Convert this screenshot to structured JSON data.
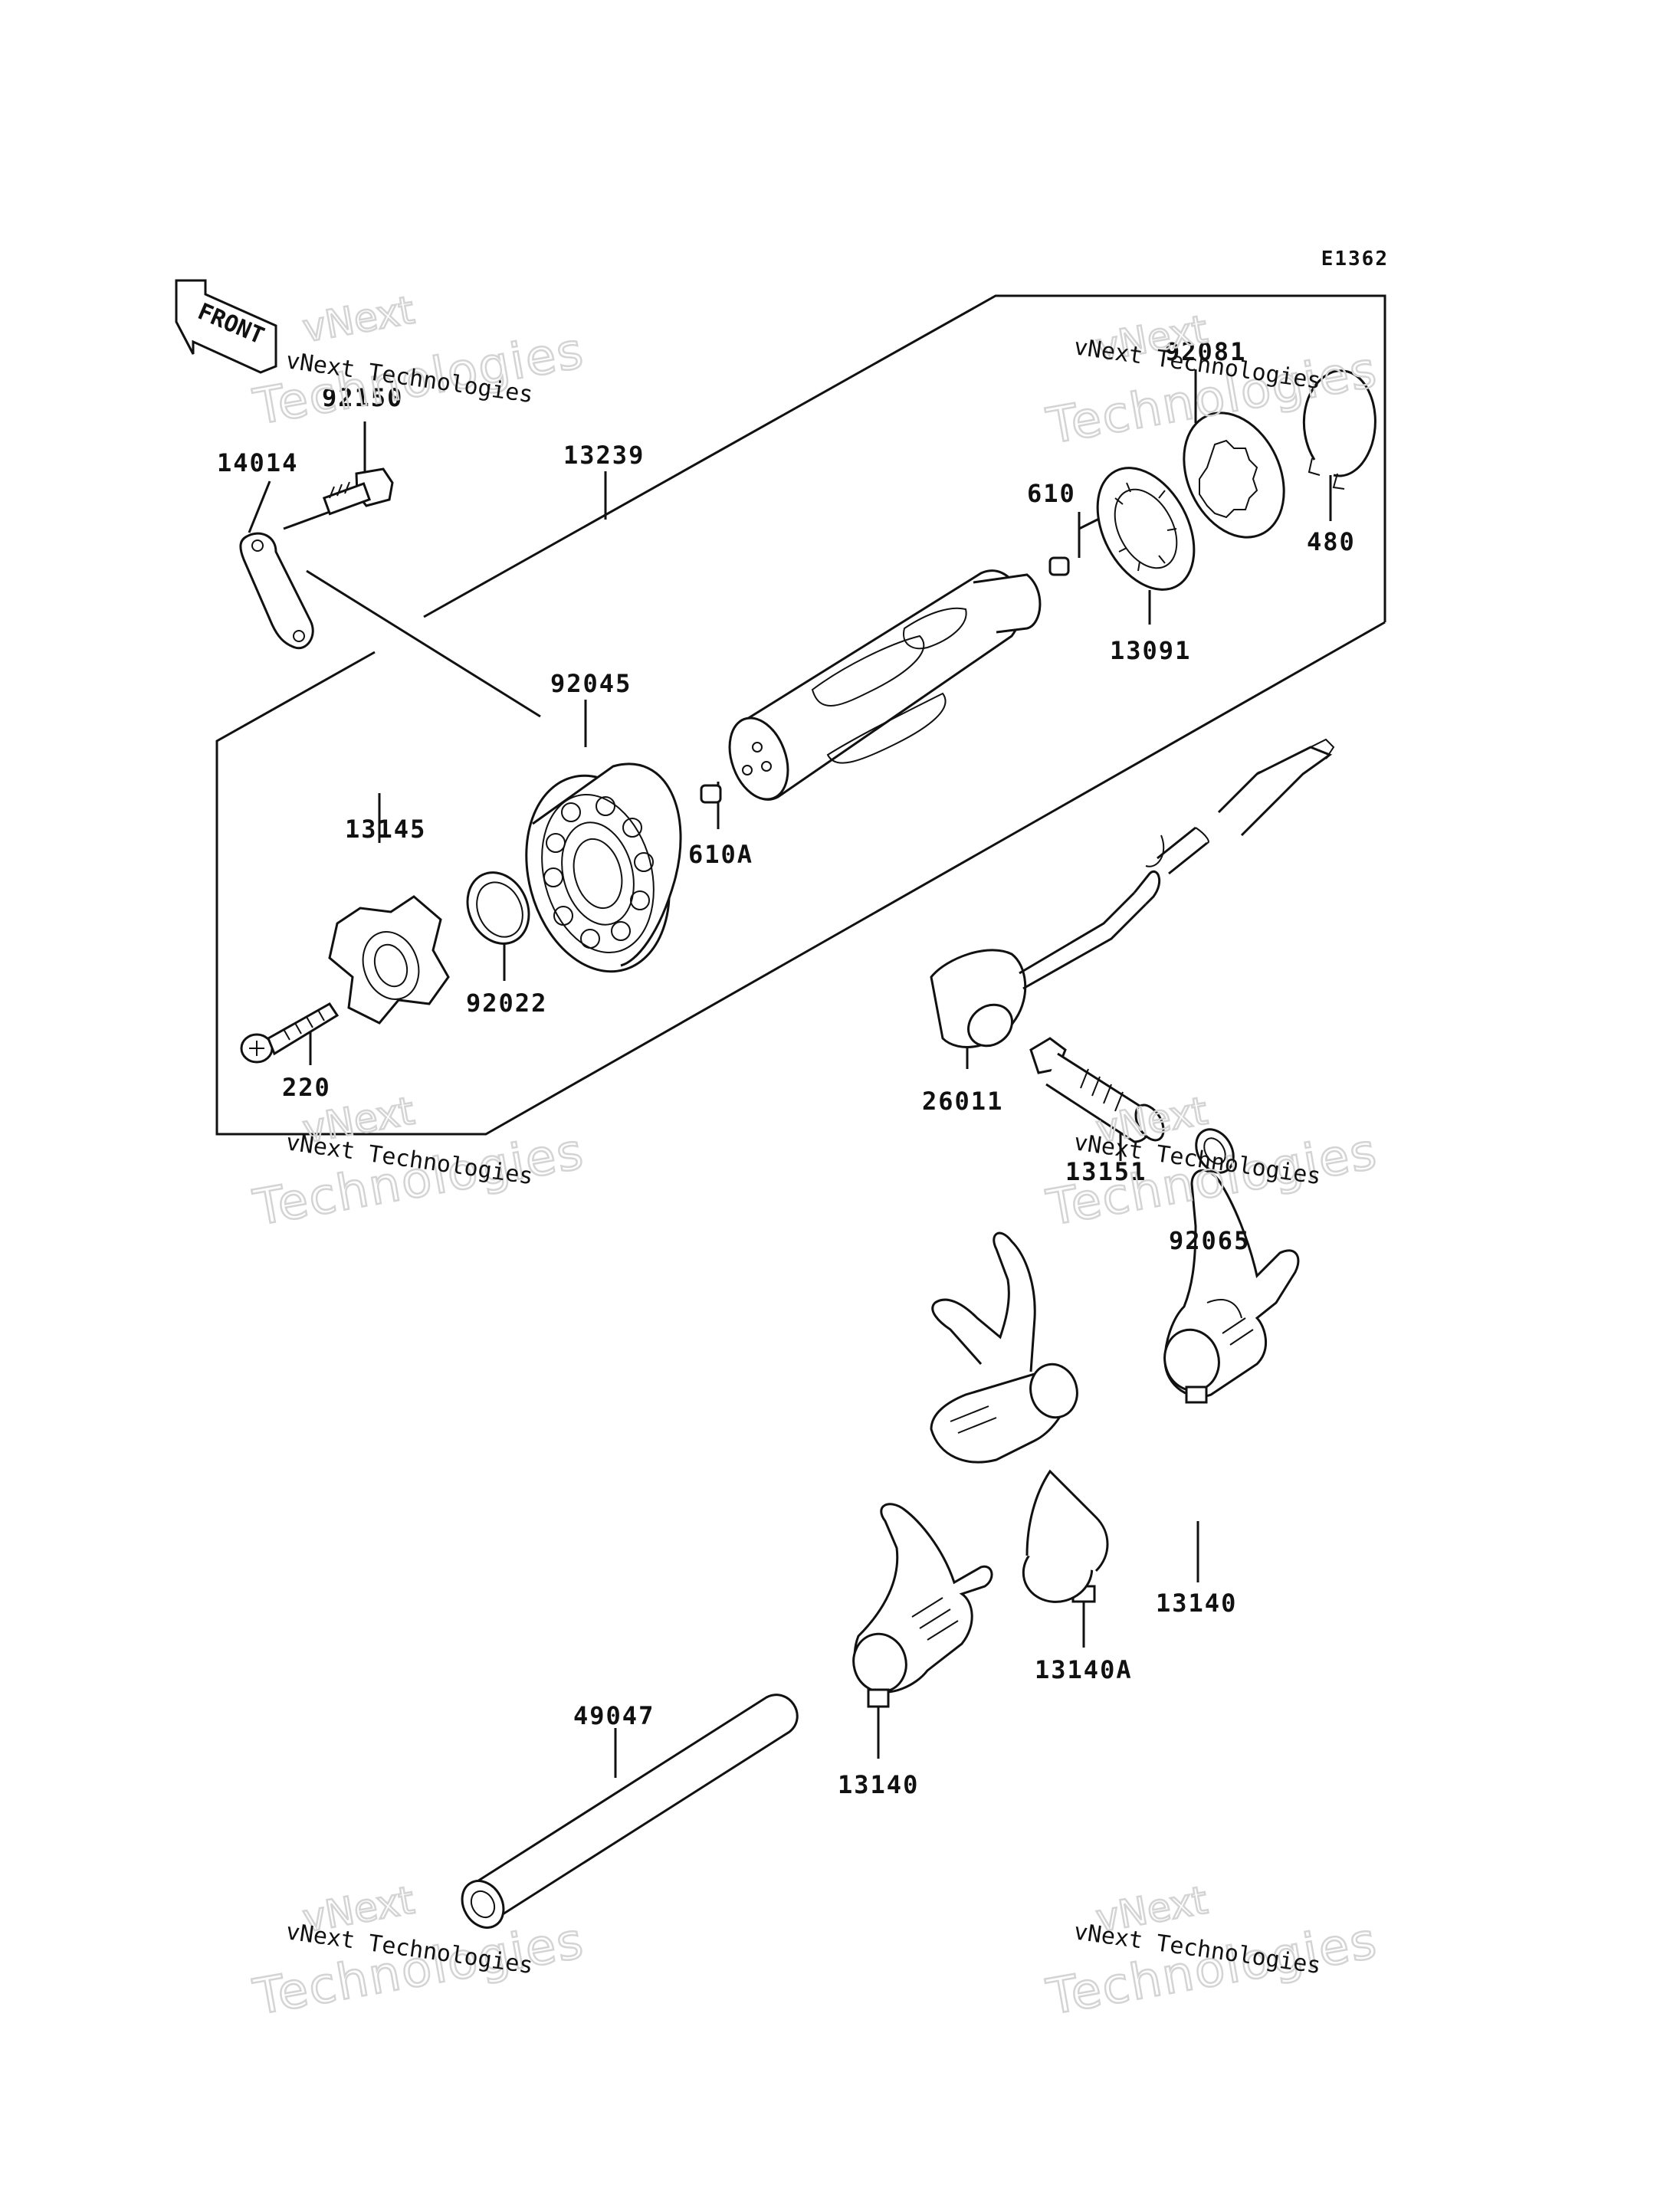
{
  "figure_code": "E1362",
  "front_arrow": {
    "label": "FRONT",
    "icon": "front-arrow-icon"
  },
  "parts": [
    {
      "id": "p92150",
      "number": "92150"
    },
    {
      "id": "p14014",
      "number": "14014"
    },
    {
      "id": "p13239",
      "number": "13239"
    },
    {
      "id": "p92081",
      "number": "92081"
    },
    {
      "id": "p610",
      "number": "610"
    },
    {
      "id": "p480",
      "number": "480"
    },
    {
      "id": "p13091",
      "number": "13091"
    },
    {
      "id": "p92045",
      "number": "92045"
    },
    {
      "id": "p13145",
      "number": "13145"
    },
    {
      "id": "p610a",
      "number": "610A"
    },
    {
      "id": "p92022",
      "number": "92022"
    },
    {
      "id": "p220",
      "number": "220"
    },
    {
      "id": "p26011",
      "number": "26011"
    },
    {
      "id": "p13151",
      "number": "13151"
    },
    {
      "id": "p92065",
      "number": "92065"
    },
    {
      "id": "p13140_right",
      "number": "13140"
    },
    {
      "id": "p13140a",
      "number": "13140A"
    },
    {
      "id": "p49047",
      "number": "49047"
    },
    {
      "id": "p13140_left",
      "number": "13140"
    }
  ],
  "watermarks": [
    {
      "top": "vNext",
      "main": "vNext Technologies",
      "big": "Technologies"
    },
    {
      "top": "vNext",
      "main": "vNext Technologies",
      "big": "Technologies"
    },
    {
      "top": "vNext",
      "main": "vNext Technologies",
      "big": "Technologies"
    },
    {
      "top": "vNext",
      "main": "vNext Technologies",
      "big": "Technologies"
    },
    {
      "top": "vNext",
      "main": "vNext Technologies",
      "big": "Technologies"
    },
    {
      "top": "vNext",
      "main": "vNext Technologies",
      "big": "Technologies"
    }
  ]
}
